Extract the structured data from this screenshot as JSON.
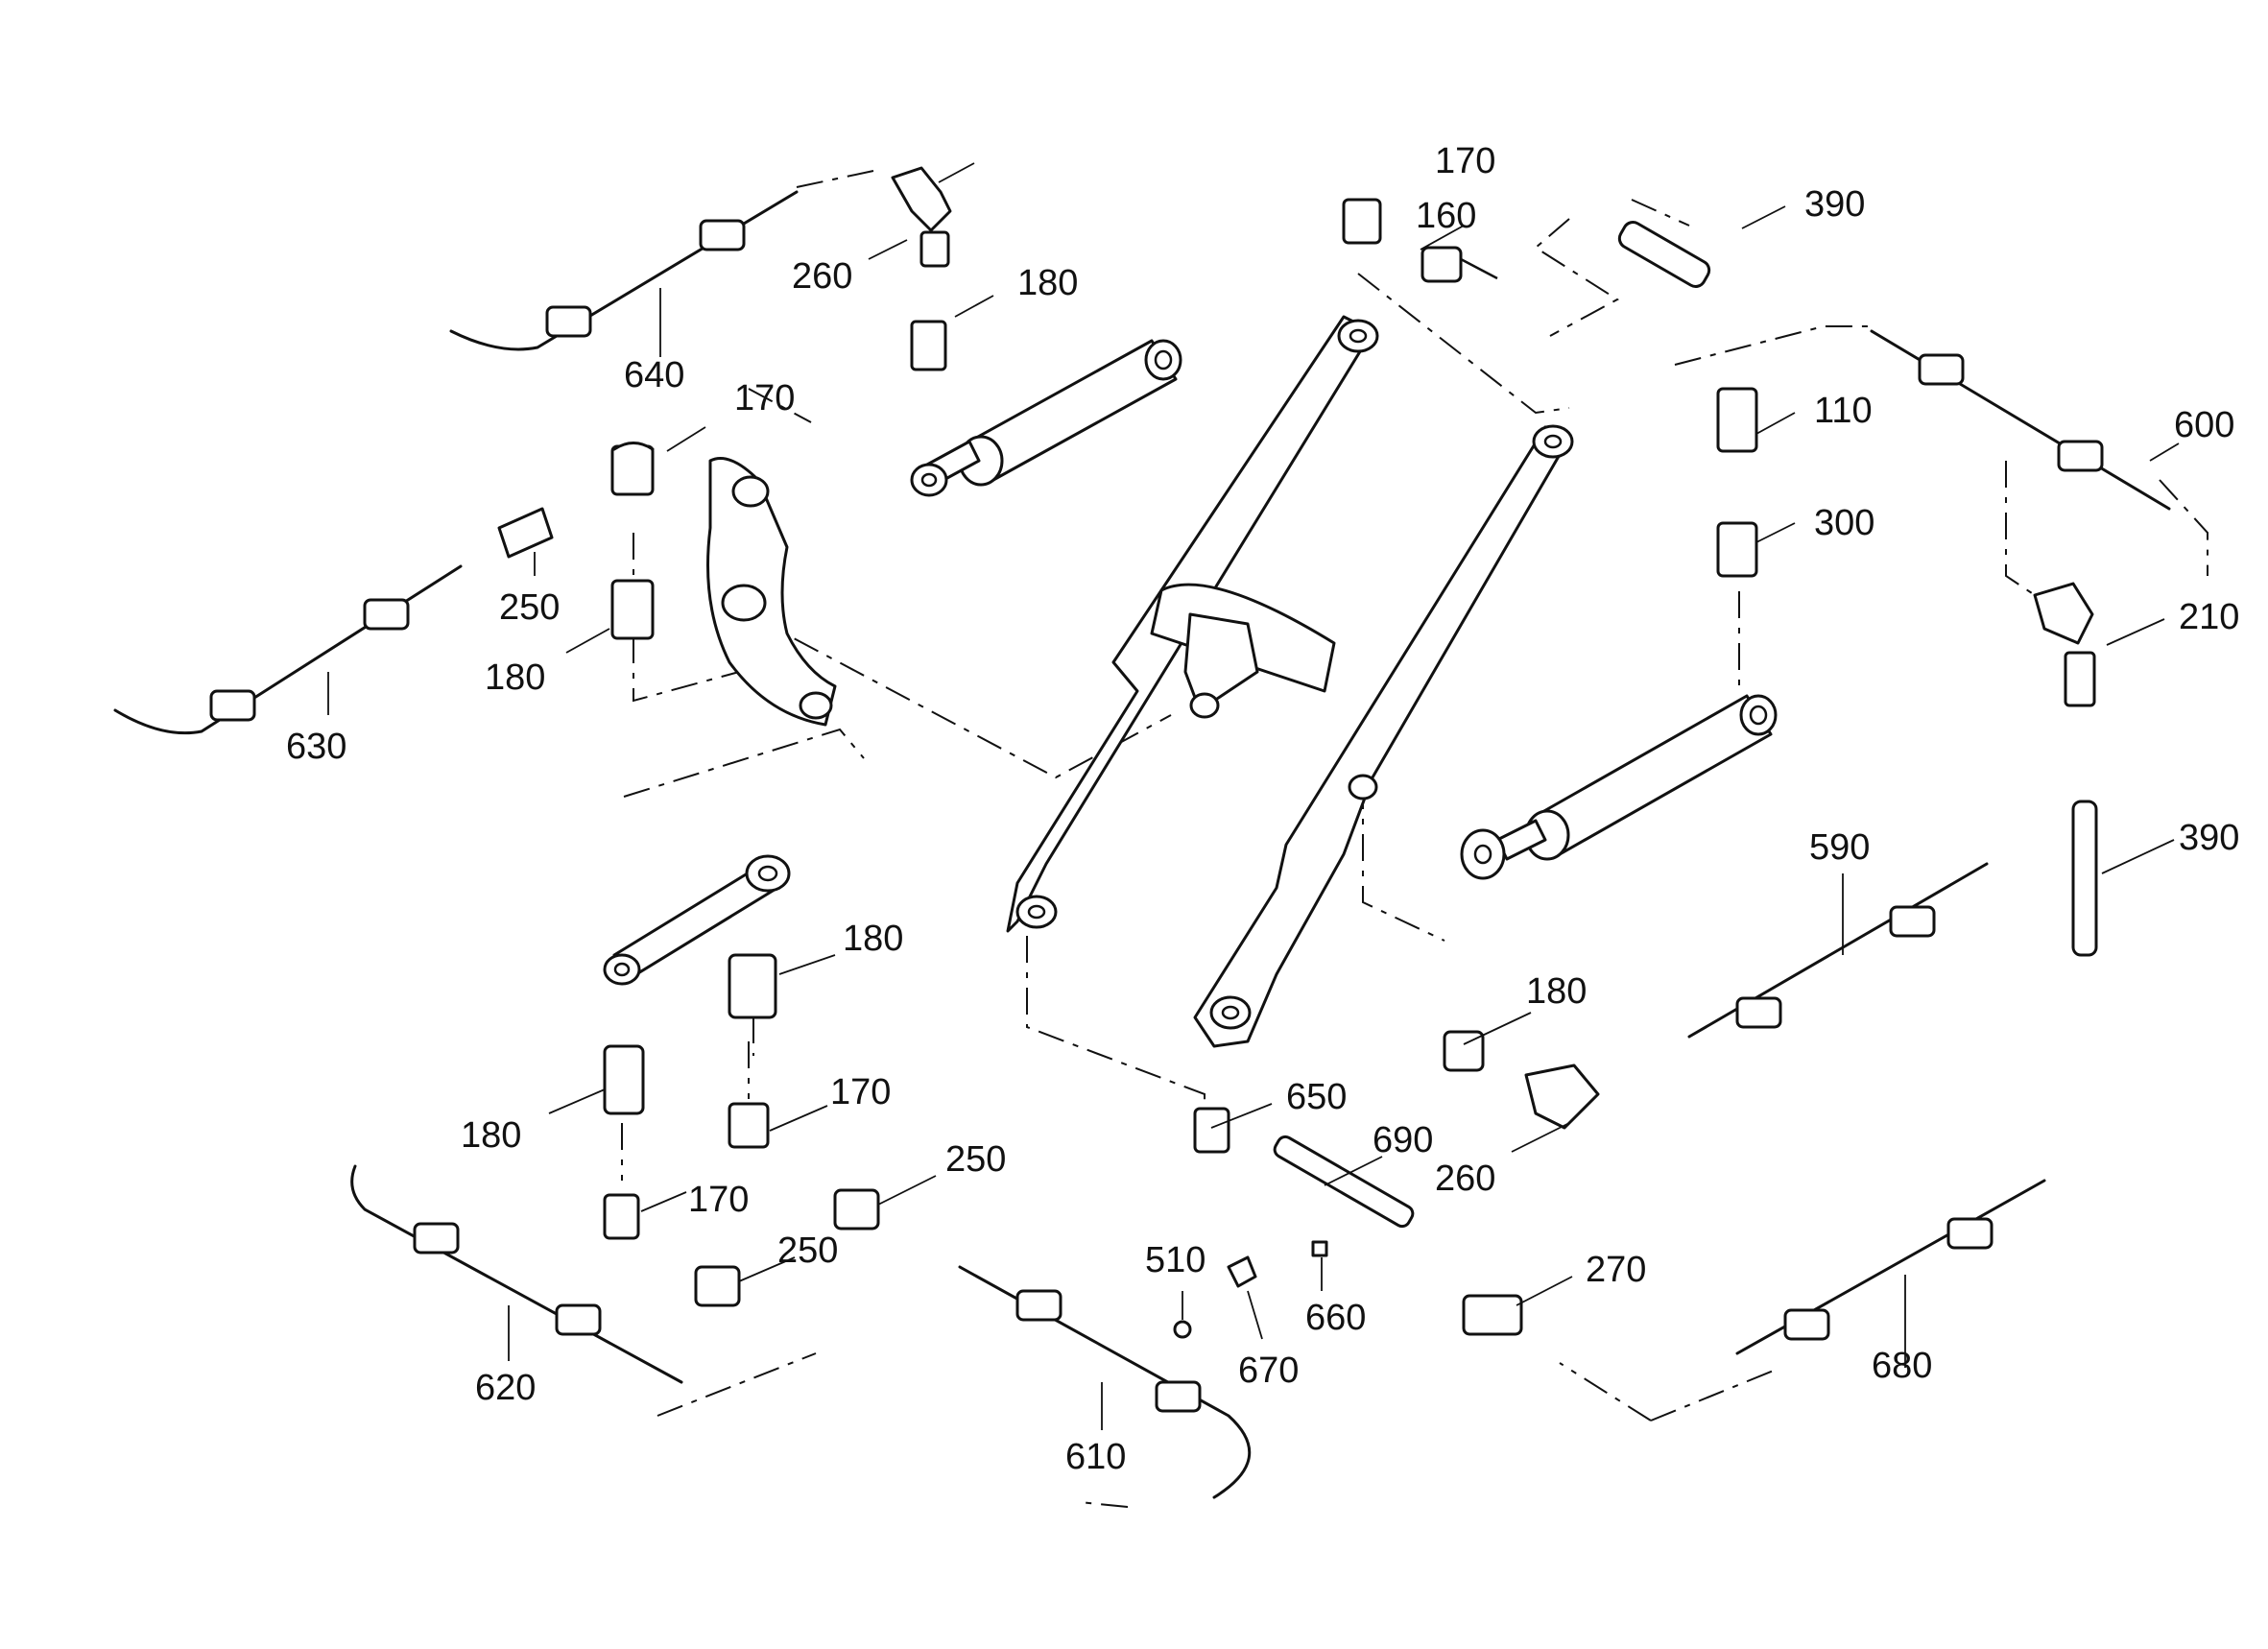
{
  "diagram": {
    "callouts": [
      {
        "label": "170"
      },
      {
        "label": "160"
      },
      {
        "label": "390"
      },
      {
        "label": "260"
      },
      {
        "label": "180"
      },
      {
        "label": "640"
      },
      {
        "label": "170"
      },
      {
        "label": "250"
      },
      {
        "label": "180"
      },
      {
        "label": "630"
      },
      {
        "label": "110"
      },
      {
        "label": "600"
      },
      {
        "label": "300"
      },
      {
        "label": "210"
      },
      {
        "label": "390"
      },
      {
        "label": "590"
      },
      {
        "label": "180"
      },
      {
        "label": "180"
      },
      {
        "label": "180"
      },
      {
        "label": "170"
      },
      {
        "label": "650"
      },
      {
        "label": "690"
      },
      {
        "label": "260"
      },
      {
        "label": "250"
      },
      {
        "label": "170"
      },
      {
        "label": "250"
      },
      {
        "label": "510"
      },
      {
        "label": "660"
      },
      {
        "label": "270"
      },
      {
        "label": "670"
      },
      {
        "label": "620"
      },
      {
        "label": "610"
      },
      {
        "label": "680"
      }
    ]
  }
}
